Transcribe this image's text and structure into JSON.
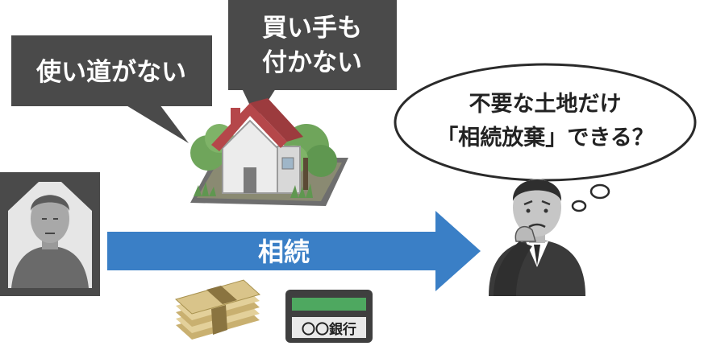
{
  "speech_bubble_left": {
    "text": "使い道がない"
  },
  "speech_bubble_right": {
    "lines": [
      "買い手も",
      "付かない"
    ]
  },
  "thought_bubble": {
    "lines": [
      "不要な土地だけ",
      "「相続放棄」できる？"
    ]
  },
  "arrow": {
    "label": "相続"
  },
  "bankbook": {
    "label": "〇〇銀行"
  },
  "colors": {
    "bubble_dark": "#4a4a4a",
    "arrow_blue": "#3a7fc6",
    "roof_red": "#b5474a",
    "bankbook_green": "#4ea860",
    "cash_tan": "#d9c48a"
  }
}
